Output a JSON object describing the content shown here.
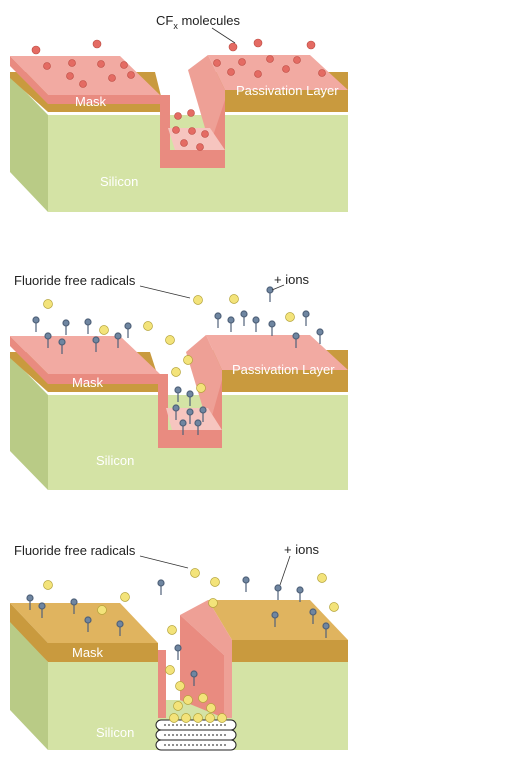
{
  "panel1": {
    "label_cf": "CF",
    "label_cf_sub": "x",
    "label_cf_rest": " molecules",
    "label_mask": "Mask",
    "label_passivation": "Passivation Layer",
    "label_silicon": "Silicon"
  },
  "panel2": {
    "label_radicals": "Fluoride free radicals",
    "label_ions": "+ ions",
    "label_mask": "Mask",
    "label_passivation": "Passivation Layer",
    "label_silicon": "Silicon"
  },
  "panel3": {
    "label_radicals": "Fluoride free radicals",
    "label_ions": "+ ions",
    "label_mask": "Mask",
    "label_silicon": "Silicon"
  },
  "colors": {
    "silicon_front": "#d4e3a5",
    "silicon_side": "#b9cb86",
    "mask": "#c99a3e",
    "mask_top": "#e0b45f",
    "passivation": "#e98b80",
    "passivation_top": "#f2aaa2",
    "molecule": "#e46b63",
    "radical": "#f3e37a",
    "ion": "#6f86a1"
  }
}
